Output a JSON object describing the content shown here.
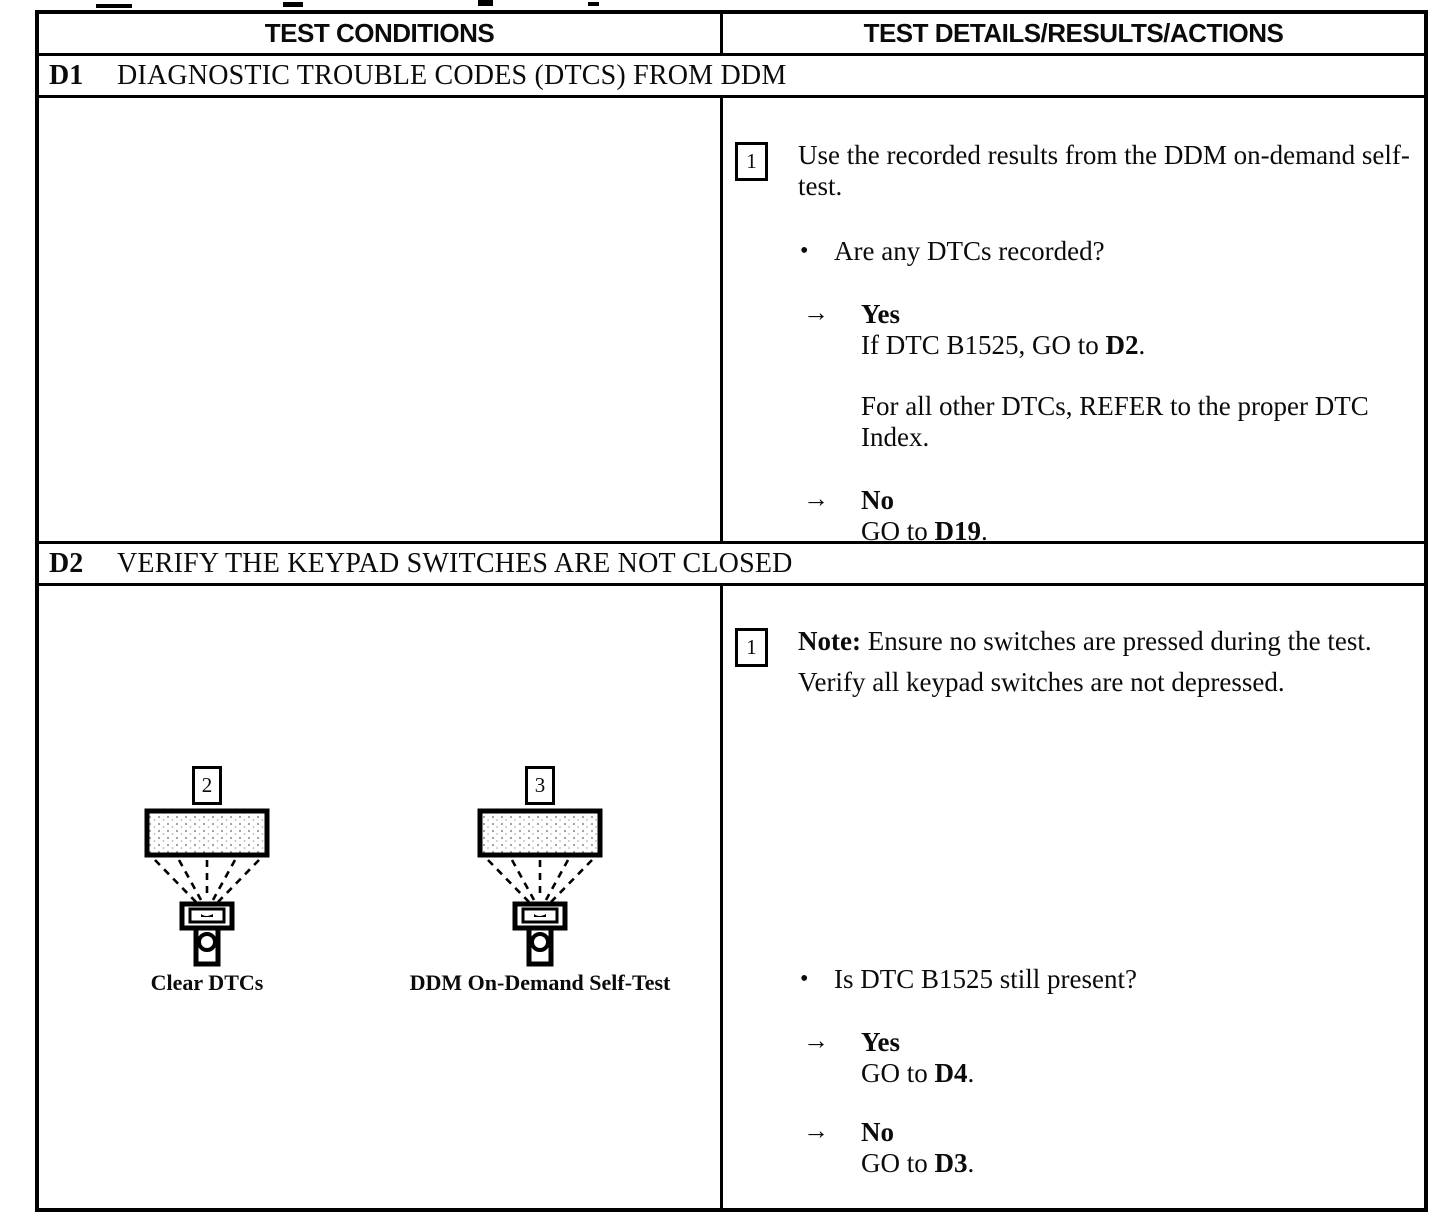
{
  "glyphs": {
    "bullet": "•",
    "arrow": "→"
  },
  "table": {
    "header": {
      "conditions": "TEST CONDITIONS",
      "details": "TEST DETAILS/RESULTS/ACTIONS"
    },
    "d1": {
      "id": "D1",
      "title": "DIAGNOSTIC TROUBLE CODES (DTCS) FROM DDM",
      "step": {
        "number": "1",
        "text": "Use the recorded results from the DDM on-demand self-test."
      },
      "question": "Are any DTCs recorded?",
      "yes": {
        "label": "Yes",
        "line": {
          "pre": "If DTC B1525, GO to ",
          "bold": "D2",
          "post": "."
        }
      },
      "other_para": "For all other DTCs, REFER to the proper DTC Index.",
      "no": {
        "label": "No",
        "line": {
          "pre": "GO to ",
          "bold": "D19",
          "post": "."
        }
      }
    },
    "d2": {
      "id": "D2",
      "title": "VERIFY THE KEYPAD SWITCHES ARE NOT CLOSED",
      "step": {
        "number": "1",
        "note_label": "Note:",
        "note_text": " Ensure no switches are pressed during the test.",
        "verify_text": "Verify all keypad switches are not depressed."
      },
      "figures": [
        {
          "number": "2",
          "caption": "Clear DTCs"
        },
        {
          "number": "3",
          "caption": "DDM On-Demand Self-Test"
        }
      ],
      "question": "Is DTC B1525 still present?",
      "yes": {
        "label": "Yes",
        "line": {
          "pre": "GO to ",
          "bold": "D4",
          "post": "."
        }
      },
      "no": {
        "label": "No",
        "line": {
          "pre": "GO to ",
          "bold": "D3",
          "post": "."
        }
      }
    }
  }
}
